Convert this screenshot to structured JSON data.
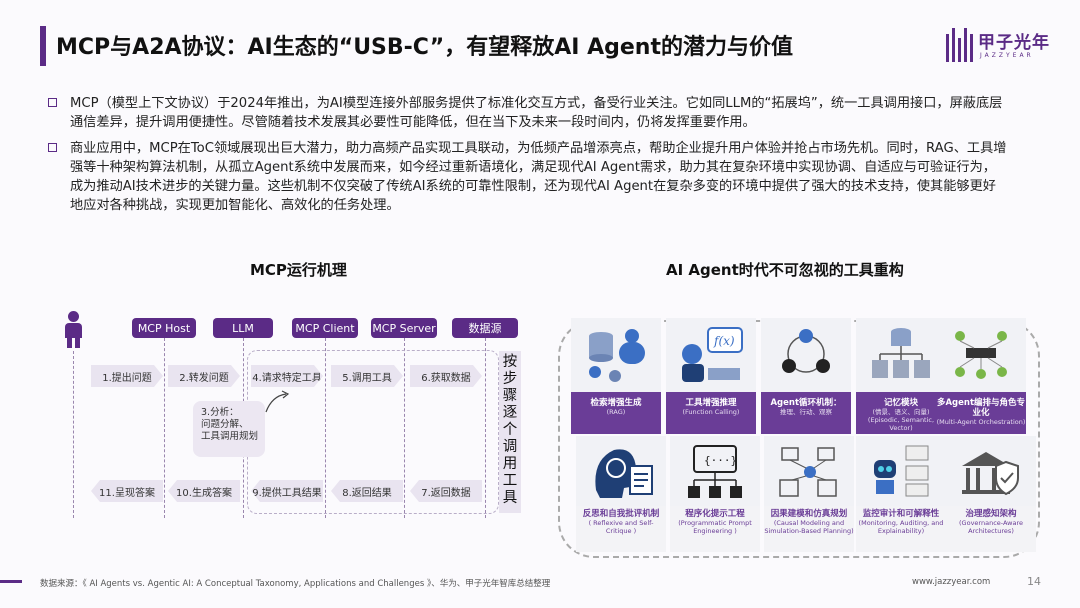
{
  "header": {
    "title": "MCP与A2A协议：AI生态的“USB-C”，有望释放AI Agent的潜力与价值",
    "logo_cn": "甲子光年",
    "logo_en": "JAZZYEAR"
  },
  "paragraphs": [
    "MCP（模型上下文协议）于2024年推出，为AI模型连接外部服务提供了标准化交互方式，备受行业关注。它如同LLM的“拓展坞”，统一工具调用接口，屏蔽底层通信差异，提升调用便捷性。尽管随着技术发展其必要性可能降低，但在当下及未来一段时间内，仍将发挥重要作用。",
    "商业应用中，MCP在ToC领域展现出巨大潜力，助力高频产品实现工具联动，为低频产品增添亮点，帮助企业提升用户体验并抢占市场先机。同时，RAG、工具增强等十种架构算法机制，从孤立Agent系统中发展而来，如今经过重新语境化，满足现代AI Agent需求，助力其在复杂环境中实现协调、自适应与可验证行为，成为推动AI技术进步的关键力量。这些机制不仅突破了传统AI系统的可靠性限制，还为现代AI Agent在复杂多变的环境中提供了强大的技术支持，使其能够更好地应对各种挑战，实现更加智能化、高效化的任务处理。"
  ],
  "mcp": {
    "title": "MCP运行机理",
    "lanes": [
      "MCP Host",
      "LLM",
      "MCP Client",
      "MCP Server",
      "数据源"
    ],
    "steps": {
      "s1": "1.提出问题",
      "s2": "2.转发问题",
      "s3_l1": "3.分析：",
      "s3_l2": "问题分解、",
      "s3_l3": "工具调用规划",
      "s4": "4.请求特定工具",
      "s5": "5.调用工具",
      "s6": "6.获取数据",
      "s7": "7.返回数据",
      "s8": "8.返回结果",
      "s9": "9.提供工具结果",
      "s10": "10.生成答案",
      "s11": "11.呈现答案"
    },
    "side_label": "按步骤逐个调用工具"
  },
  "tools": {
    "title": "AI Agent时代不可忽视的工具重构",
    "items": [
      {
        "label": "检索增强生成",
        "sub": "(RAG)",
        "icon": "database-llm-icon"
      },
      {
        "label": "工具增强推理",
        "sub": "(Function Calling)",
        "icon": "function-icon"
      },
      {
        "label": "Agent循环机制：",
        "sub": "推理、行动、观察",
        "icon": "reasoning-loop-icon"
      },
      {
        "label": "记忆模块",
        "sub": "(情景、语义、向量)",
        "sub2": "(Episodic, Semantic, Vector)",
        "icon": "memory-icon"
      },
      {
        "label": "多Agent编排与角色专业化",
        "sub": "(Multi-Agent Orchestration)",
        "icon": "multi-agent-icon"
      },
      {
        "label": "反思和自我批评机制",
        "sub": "( Reflexive and Self-Critique )",
        "icon": "reflection-icon"
      },
      {
        "label": "程序化提示工程",
        "sub": "(Programmatic Prompt Engineering )",
        "icon": "prompt-icon"
      },
      {
        "label": "因果建模和仿真规划",
        "sub": "(Causal Modeling and Simulation-Based Planning)",
        "icon": "causal-icon"
      },
      {
        "label": "监控审计和可解释性",
        "sub": "(Monitoring, Auditing, and Explainability)",
        "icon": "monitoring-icon"
      },
      {
        "label": "治理感知架构",
        "sub": "(Governance-Aware Architectures)",
        "icon": "governance-icon"
      }
    ]
  },
  "footer": {
    "source": "数据来源：《 AI Agents vs. Agentic AI: A Conceptual Taxonomy, Applications and Challenges 》、华为、甲子光年智库总结整理",
    "website": "www.jazzyear.com",
    "page": "14"
  },
  "colors": {
    "accent": "#5b2b86",
    "tile_caption": "#6a3d97",
    "step_bg": "#e9e4f0"
  }
}
